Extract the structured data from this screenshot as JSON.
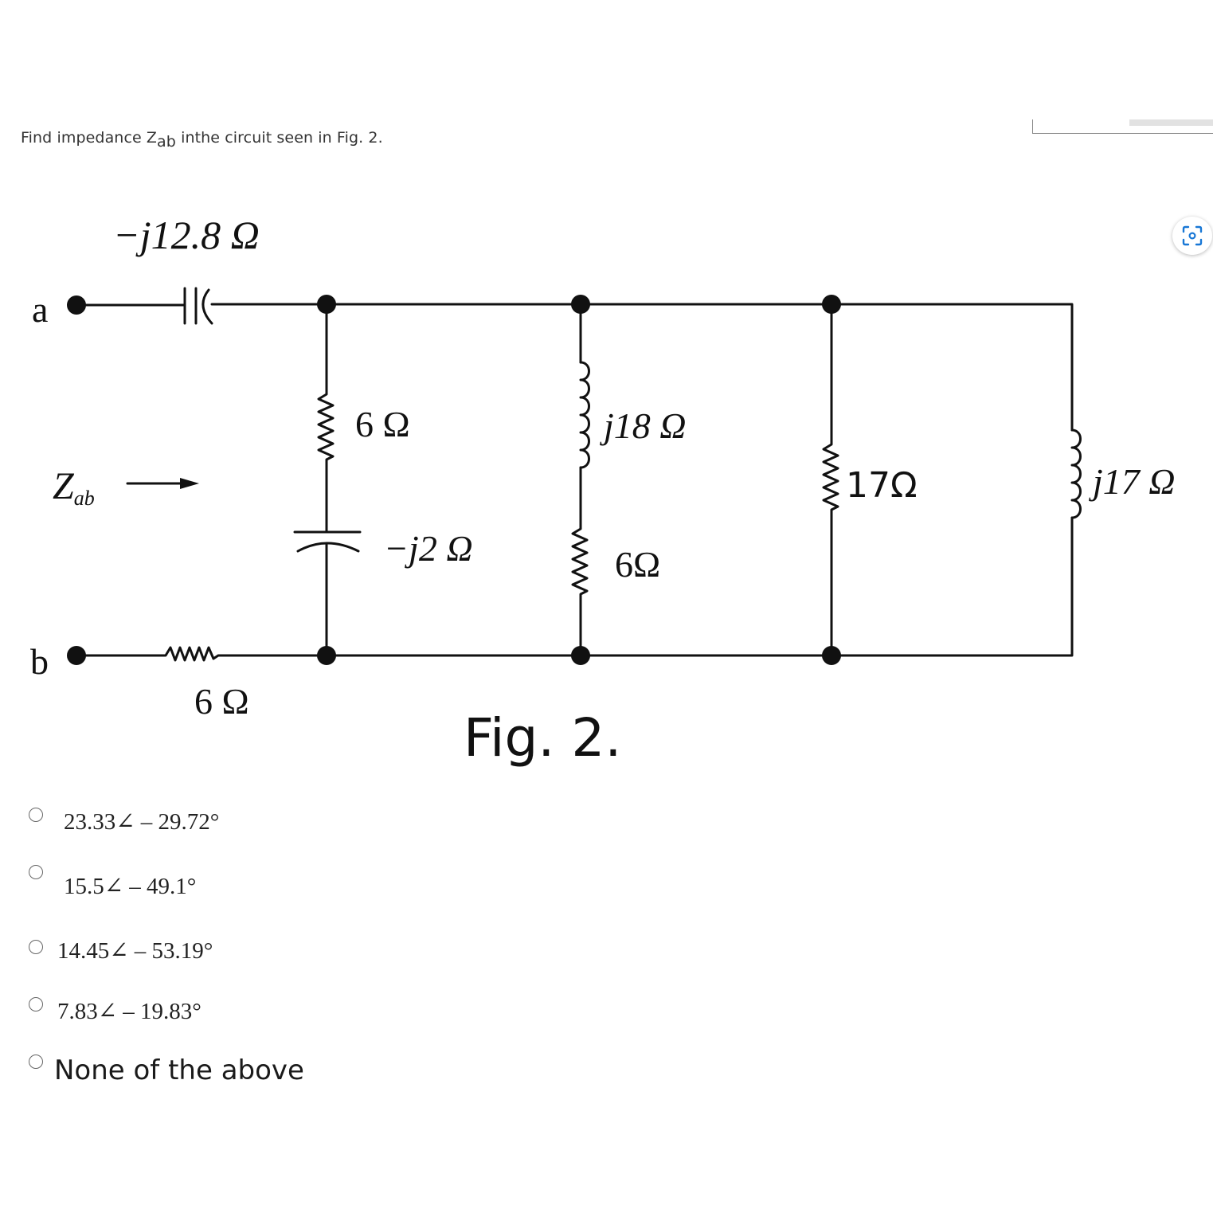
{
  "question": {
    "prefix": "Find impedance Z",
    "subscript": "ab",
    "suffix": " inthe circuit seen in Fig. 2."
  },
  "circuit": {
    "terminal_a": "a",
    "terminal_b": "b",
    "zab_symbol": "Z",
    "zab_subscript": "ab",
    "series_capacitor": "−j12.8 Ω",
    "series_resistor": "6 Ω",
    "branch1_resistor": "6 Ω",
    "branch1_capacitor": "−j2 Ω",
    "branch2_inductor": "j18 Ω",
    "branch2_resistor": "6Ω",
    "branch3_resistor": "17Ω",
    "branch4_inductor": "j17 Ω"
  },
  "figure_caption": "Fig. 2.",
  "options": [
    {
      "label": "23.33∠ – 29.72°"
    },
    {
      "label": "15.5∠ – 49.1°"
    },
    {
      "label": "14.45∠ – 53.19°"
    },
    {
      "label": "7.83∠ – 19.83°"
    },
    {
      "label": "None of the above"
    }
  ],
  "icons": {
    "scan": "scan-icon"
  }
}
